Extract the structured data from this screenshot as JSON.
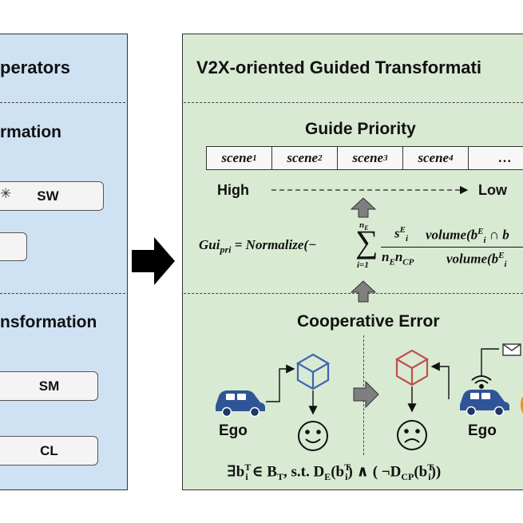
{
  "left_panel": {
    "title": "perators",
    "section1_title": "rmation",
    "sw_label": "SW",
    "section2_title": "nsformation",
    "sm_label": "SM",
    "cl_label": "CL"
  },
  "right_panel": {
    "title": "V2X-oriented Guided Transformati",
    "guide_title": "Guide Priority",
    "scenes": [
      {
        "base": "scene",
        "sub": "1"
      },
      {
        "base": "scene",
        "sub": "2"
      },
      {
        "base": "scene",
        "sub": "3"
      },
      {
        "base": "scene",
        "sub": "4"
      }
    ],
    "scene_more": "…",
    "high_label": "High",
    "low_label": "Low",
    "formula": {
      "lhs": "Gui",
      "lhs_sub": "pri",
      "eq": " = Normalize(−",
      "sum_top": "n",
      "sum_top_sub": "E",
      "sum_bottom": "i=1",
      "frac1_num": "s",
      "frac1_num_sup": "E",
      "frac1_num_sub": "i",
      "frac1_den": "n",
      "frac1_den_sub1": "E",
      "frac1_den_mid": "n",
      "frac1_den_sub2": "CP",
      "frac2_num": "volume(b",
      "frac2_num_sup": "E",
      "frac2_num_sub": "i",
      "frac2_num_tail": " ∩ b",
      "frac2_den": "volume(b",
      "frac2_den_sup": "E",
      "frac2_den_sub": "i"
    },
    "coop_title": "Cooperative Error",
    "ego_left": "Ego",
    "ego_right": "Ego",
    "bottom_formula": {
      "exists": "∃b",
      "b_sup": "T",
      "b_sub": "i",
      "in_part": " ∈ B",
      "B_sub": "T",
      "st": ", s.t. D",
      "D_sub": "E",
      "paren1": "(b",
      "p1_sup": "T",
      "p1_sub": "i",
      "close1": ") ∧ ( ¬D",
      "D2_sub": "CP",
      "paren2": "(b",
      "p2_sup": "T",
      "p2_sub": "i",
      "close2": "))"
    }
  },
  "icons": {
    "car_color": "#2f5597",
    "cube_left_color": "#3c64b4",
    "cube_right_color": "#c0504d",
    "arrow_grey": "#7f7f7f"
  }
}
